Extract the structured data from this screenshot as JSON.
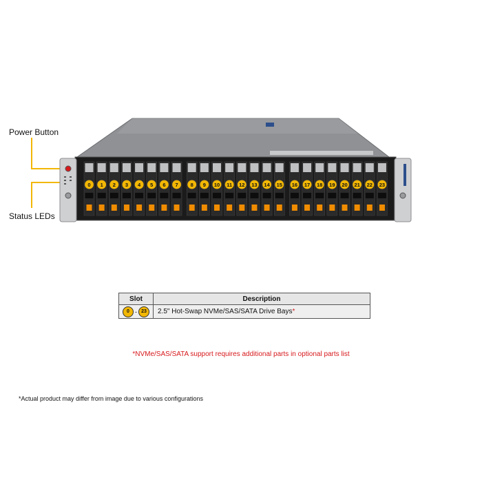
{
  "callouts": {
    "power_button": "Power Button",
    "status_leds": "Status LEDs"
  },
  "server": {
    "slots": [
      "0",
      "1",
      "2",
      "3",
      "4",
      "5",
      "6",
      "7",
      "8",
      "9",
      "10",
      "11",
      "12",
      "13",
      "14",
      "15",
      "16",
      "17",
      "18",
      "19",
      "20",
      "21",
      "22",
      "23"
    ],
    "colors": {
      "chassis_top": "#8a8c8f",
      "front_panel": "#1b1b1b",
      "slot_badge": "#f2b705",
      "latch": "#f08c00",
      "ear": "#c8c9cb"
    }
  },
  "table": {
    "headers": {
      "slot": "Slot",
      "description": "Description"
    },
    "row": {
      "slot_start": "0",
      "slot_sep": "-",
      "slot_end": "23",
      "description": "2.5\" Hot-Swap NVMe/SAS/SATA Drive Bays",
      "asterisk": "*"
    }
  },
  "notes": {
    "support": "*NVMe/SAS/SATA support requires additional parts in optional parts list",
    "disclaimer": "*Actual product may differ from image due to various configurations"
  }
}
